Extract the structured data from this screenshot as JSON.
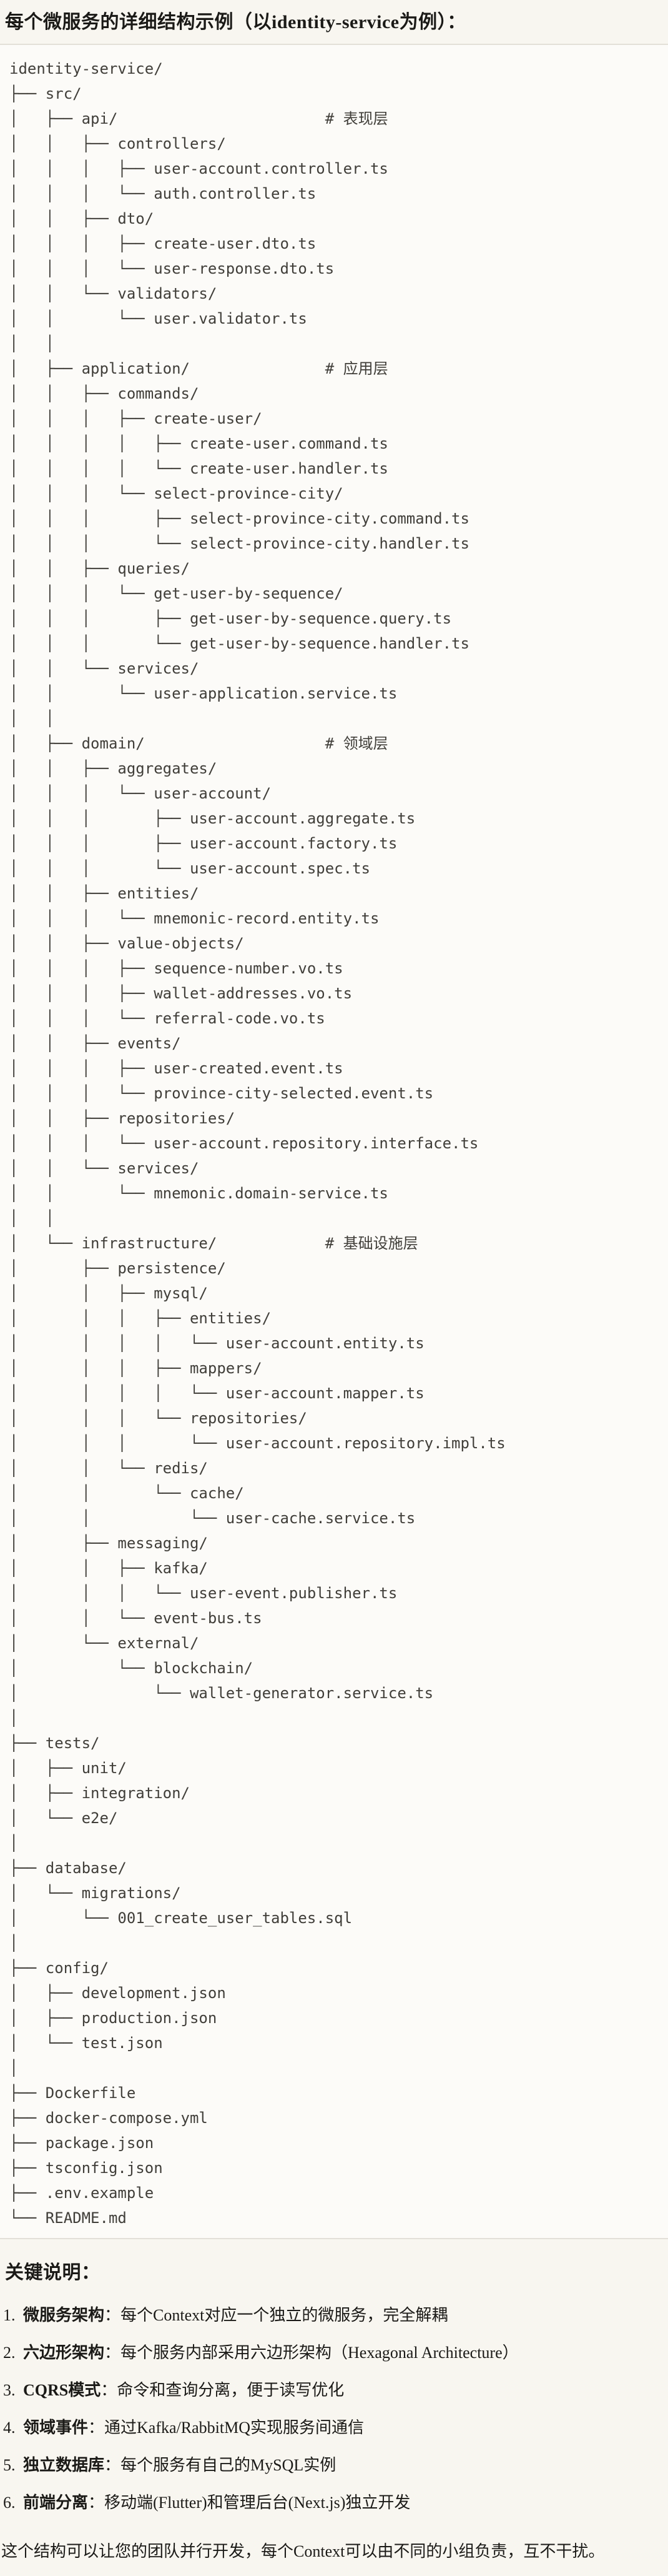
{
  "page": {
    "title": "每个微服务的详细结构示例（以identity-service为例）："
  },
  "code_block": {
    "lines": [
      "identity-service/",
      "├── src/",
      "│   ├── api/                       # 表现层",
      "│   │   ├── controllers/",
      "│   │   │   ├── user-account.controller.ts",
      "│   │   │   └── auth.controller.ts",
      "│   │   ├── dto/",
      "│   │   │   ├── create-user.dto.ts",
      "│   │   │   └── user-response.dto.ts",
      "│   │   └── validators/",
      "│   │       └── user.validator.ts",
      "│   │",
      "│   ├── application/               # 应用层",
      "│   │   ├── commands/",
      "│   │   │   ├── create-user/",
      "│   │   │   │   ├── create-user.command.ts",
      "│   │   │   │   └── create-user.handler.ts",
      "│   │   │   └── select-province-city/",
      "│   │   │       ├── select-province-city.command.ts",
      "│   │   │       └── select-province-city.handler.ts",
      "│   │   ├── queries/",
      "│   │   │   └── get-user-by-sequence/",
      "│   │   │       ├── get-user-by-sequence.query.ts",
      "│   │   │       └── get-user-by-sequence.handler.ts",
      "│   │   └── services/",
      "│   │       └── user-application.service.ts",
      "│   │",
      "│   ├── domain/                    # 领域层",
      "│   │   ├── aggregates/",
      "│   │   │   └── user-account/",
      "│   │   │       ├── user-account.aggregate.ts",
      "│   │   │       ├── user-account.factory.ts",
      "│   │   │       └── user-account.spec.ts",
      "│   │   ├── entities/",
      "│   │   │   └── mnemonic-record.entity.ts",
      "│   │   ├── value-objects/",
      "│   │   │   ├── sequence-number.vo.ts",
      "│   │   │   ├── wallet-addresses.vo.ts",
      "│   │   │   └── referral-code.vo.ts",
      "│   │   ├── events/",
      "│   │   │   ├── user-created.event.ts",
      "│   │   │   └── province-city-selected.event.ts",
      "│   │   ├── repositories/",
      "│   │   │   └── user-account.repository.interface.ts",
      "│   │   └── services/",
      "│   │       └── mnemonic.domain-service.ts",
      "│   │",
      "│   └── infrastructure/            # 基础设施层",
      "│       ├── persistence/",
      "│       │   ├── mysql/",
      "│       │   │   ├── entities/",
      "│       │   │   │   └── user-account.entity.ts",
      "│       │   │   ├── mappers/",
      "│       │   │   │   └── user-account.mapper.ts",
      "│       │   │   └── repositories/",
      "│       │   │       └── user-account.repository.impl.ts",
      "│       │   └── redis/",
      "│       │       └── cache/",
      "│       │           └── user-cache.service.ts",
      "│       ├── messaging/",
      "│       │   ├── kafka/",
      "│       │   │   └── user-event.publisher.ts",
      "│       │   └── event-bus.ts",
      "│       └── external/",
      "│           └── blockchain/",
      "│               └── wallet-generator.service.ts",
      "│",
      "├── tests/",
      "│   ├── unit/",
      "│   ├── integration/",
      "│   └── e2e/",
      "│",
      "├── database/",
      "│   └── migrations/",
      "│       └── 001_create_user_tables.sql",
      "│",
      "├── config/",
      "│   ├── development.json",
      "│   ├── production.json",
      "│   └── test.json",
      "│",
      "├── Dockerfile",
      "├── docker-compose.yml",
      "├── package.json",
      "├── tsconfig.json",
      "├── .env.example",
      "└── README.md"
    ]
  },
  "notes": {
    "heading": "关键说明：",
    "items": [
      {
        "num": "1.",
        "term": "微服务架构",
        "text": "：每个Context对应一个独立的微服务，完全解耦"
      },
      {
        "num": "2.",
        "term": "六边形架构",
        "text": "：每个服务内部采用六边形架构（Hexagonal Architecture）"
      },
      {
        "num": "3.",
        "term": "CQRS模式",
        "text": "：命令和查询分离，便于读写优化"
      },
      {
        "num": "4.",
        "term": "领域事件",
        "text": "：通过Kafka/RabbitMQ实现服务间通信"
      },
      {
        "num": "5.",
        "term": "独立数据库",
        "text": "：每个服务有自己的MySQL实例"
      },
      {
        "num": "6.",
        "term": "前端分离",
        "text": "：移动端(Flutter)和管理后台(Next.js)独立开发"
      }
    ]
  },
  "closing": "这个结构可以让您的团队并行开发，每个Context可以由不同的小组负责，互不干扰。",
  "colors": {
    "page_bg": "#F8F6F0",
    "code_bg": "#FCFBF8",
    "divider": "#E3E0D8",
    "tree_text": "#403E39",
    "body_text": "#1B1A17"
  }
}
